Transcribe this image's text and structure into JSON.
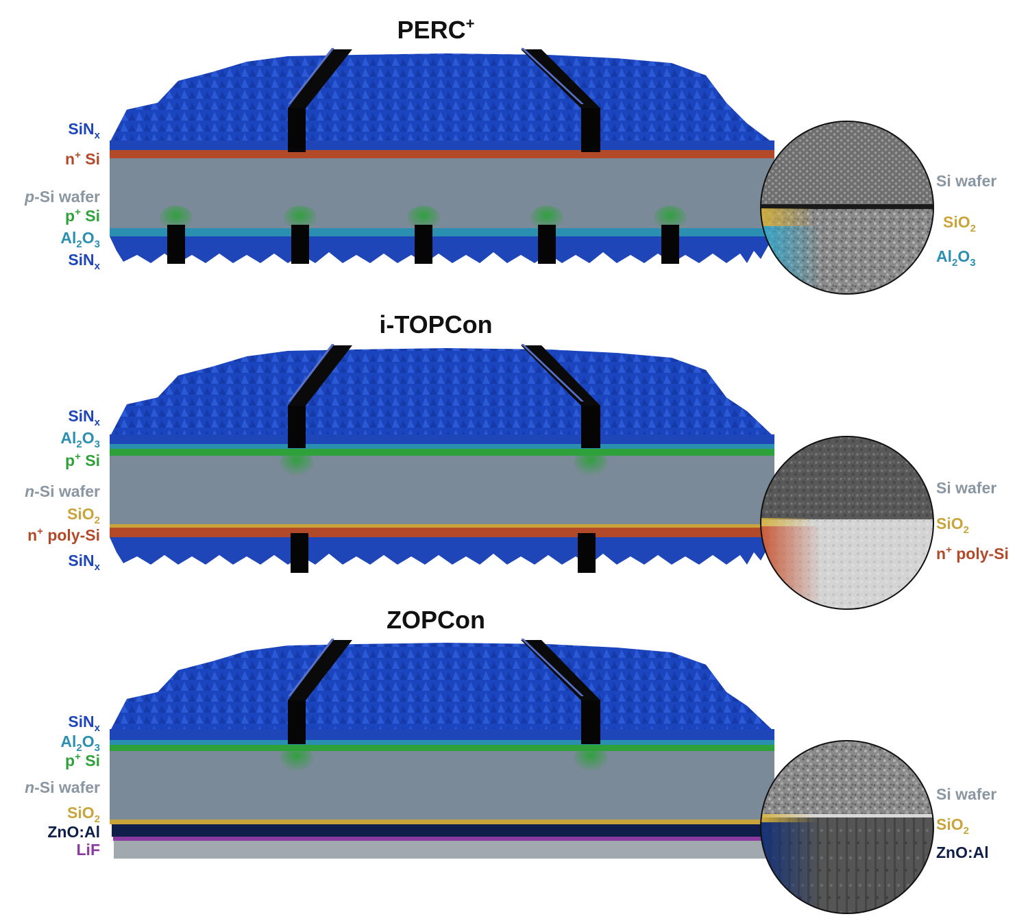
{
  "colors": {
    "sin": "#1f46b8",
    "al2o3": "#2a8fb0",
    "sio2": "#c9a43a",
    "nsi": "#b24a2a",
    "psi": "#2ea13a",
    "wafer": "#7a8a98",
    "zno": "#0f1f4a",
    "lif": "#8a3aa0",
    "lif_base": "#a2a9ae"
  },
  "panels": [
    {
      "title_main": "PERC",
      "title_sup": "+",
      "left_labels": [
        {
          "parts": [
            {
              "t": "SiN"
            },
            {
              "t": "x",
              "s": "sub"
            }
          ],
          "color": "#1f46b8"
        },
        {
          "parts": [
            {
              "t": "n"
            },
            {
              "t": "+",
              "s": "sup"
            },
            {
              "t": " Si"
            }
          ],
          "color": "#b24a2a"
        },
        {
          "parts": [
            {
              "t": "p",
              "i": true
            },
            {
              "t": "-Si wafer"
            }
          ],
          "color": "#8a96a2"
        },
        {
          "parts": [
            {
              "t": "p"
            },
            {
              "t": "+",
              "s": "sup"
            },
            {
              "t": " Si"
            }
          ],
          "color": "#2ea13a"
        },
        {
          "parts": [
            {
              "t": "Al"
            },
            {
              "t": "2",
              "s": "sub"
            },
            {
              "t": "O"
            },
            {
              "t": "3",
              "s": "sub"
            }
          ],
          "color": "#2a8fb0"
        },
        {
          "parts": [
            {
              "t": "SiN"
            },
            {
              "t": "x",
              "s": "sub"
            }
          ],
          "color": "#1f46b8"
        }
      ],
      "right_labels": [
        {
          "parts": [
            {
              "t": "Si wafer"
            }
          ],
          "color": "#8a96a2"
        },
        {
          "parts": [
            {
              "t": "SiO"
            },
            {
              "t": "2",
              "s": "sub"
            }
          ],
          "color": "#c9a43a"
        },
        {
          "parts": [
            {
              "t": "Al"
            },
            {
              "t": "2",
              "s": "sub"
            },
            {
              "t": "O"
            },
            {
              "t": "3",
              "s": "sub"
            }
          ],
          "color": "#2a8fb0"
        }
      ]
    },
    {
      "title_main": "i-TOPCon",
      "title_sup": "",
      "left_labels": [
        {
          "parts": [
            {
              "t": "SiN"
            },
            {
              "t": "x",
              "s": "sub"
            }
          ],
          "color": "#1f46b8"
        },
        {
          "parts": [
            {
              "t": "Al"
            },
            {
              "t": "2",
              "s": "sub"
            },
            {
              "t": "O"
            },
            {
              "t": "3",
              "s": "sub"
            }
          ],
          "color": "#2a8fb0"
        },
        {
          "parts": [
            {
              "t": "p"
            },
            {
              "t": "+",
              "s": "sup"
            },
            {
              "t": " Si"
            }
          ],
          "color": "#2ea13a"
        },
        {
          "parts": [
            {
              "t": "n",
              "i": true
            },
            {
              "t": "-Si wafer"
            }
          ],
          "color": "#8a96a2"
        },
        {
          "parts": [
            {
              "t": "SiO"
            },
            {
              "t": "2",
              "s": "sub"
            }
          ],
          "color": "#c9a43a"
        },
        {
          "parts": [
            {
              "t": "n"
            },
            {
              "t": "+",
              "s": "sup"
            },
            {
              "t": " poly-Si"
            }
          ],
          "color": "#b24a2a"
        },
        {
          "parts": [
            {
              "t": "SiN"
            },
            {
              "t": "x",
              "s": "sub"
            }
          ],
          "color": "#1f46b8"
        }
      ],
      "right_labels": [
        {
          "parts": [
            {
              "t": "Si wafer"
            }
          ],
          "color": "#8a96a2"
        },
        {
          "parts": [
            {
              "t": "SiO"
            },
            {
              "t": "2",
              "s": "sub"
            }
          ],
          "color": "#c9a43a"
        },
        {
          "parts": [
            {
              "t": "n"
            },
            {
              "t": "+",
              "s": "sup"
            },
            {
              "t": " poly-Si"
            }
          ],
          "color": "#b24a2a"
        }
      ]
    },
    {
      "title_main": "ZOPCon",
      "title_sup": "",
      "left_labels": [
        {
          "parts": [
            {
              "t": "SiN"
            },
            {
              "t": "x",
              "s": "sub"
            }
          ],
          "color": "#1f46b8"
        },
        {
          "parts": [
            {
              "t": "Al"
            },
            {
              "t": "2",
              "s": "sub"
            },
            {
              "t": "O"
            },
            {
              "t": "3",
              "s": "sub"
            }
          ],
          "color": "#2a8fb0"
        },
        {
          "parts": [
            {
              "t": "p"
            },
            {
              "t": "+",
              "s": "sup"
            },
            {
              "t": " Si"
            }
          ],
          "color": "#2ea13a"
        },
        {
          "parts": [
            {
              "t": "n",
              "i": true
            },
            {
              "t": "-Si wafer"
            }
          ],
          "color": "#8a96a2"
        },
        {
          "parts": [
            {
              "t": "SiO"
            },
            {
              "t": "2",
              "s": "sub"
            }
          ],
          "color": "#c9a43a"
        },
        {
          "parts": [
            {
              "t": "ZnO:Al"
            }
          ],
          "color": "#0f1f4a"
        },
        {
          "parts": [
            {
              "t": "LiF"
            }
          ],
          "color": "#8a3aa0"
        }
      ],
      "right_labels": [
        {
          "parts": [
            {
              "t": "Si wafer"
            }
          ],
          "color": "#8a96a2"
        },
        {
          "parts": [
            {
              "t": "SiO"
            },
            {
              "t": "2",
              "s": "sub"
            }
          ],
          "color": "#c9a43a"
        },
        {
          "parts": [
            {
              "t": "ZnO:Al"
            }
          ],
          "color": "#0f1f4a"
        }
      ]
    }
  ]
}
